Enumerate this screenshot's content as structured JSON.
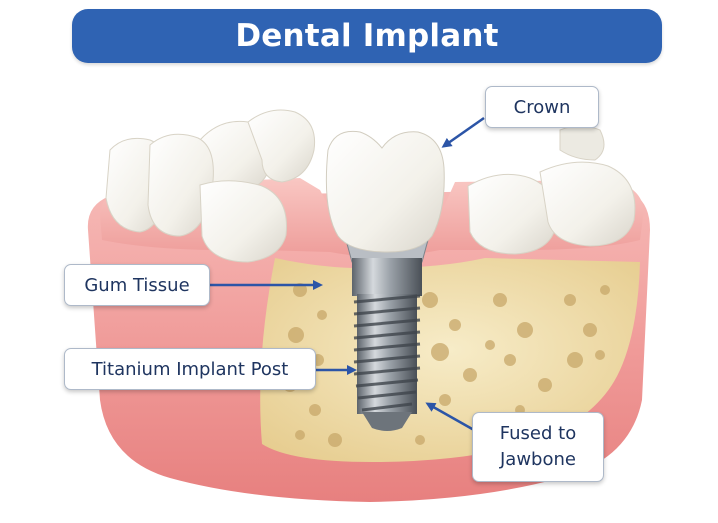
{
  "title": "Dental Implant",
  "labels": {
    "crown": "Crown",
    "gum_tissue": "Gum Tissue",
    "implant_post": "Titanium Implant Post",
    "fused_line1": "Fused to",
    "fused_line2": "Jawbone"
  },
  "colors": {
    "title_banner": "#2f63b3",
    "gum": "#f0a1a1",
    "bone": "#f1dfb0",
    "tooth": "#f7f5ef",
    "implant": "#8d949c",
    "arrow": "#2c55a7",
    "label_text": "#1f3560"
  }
}
